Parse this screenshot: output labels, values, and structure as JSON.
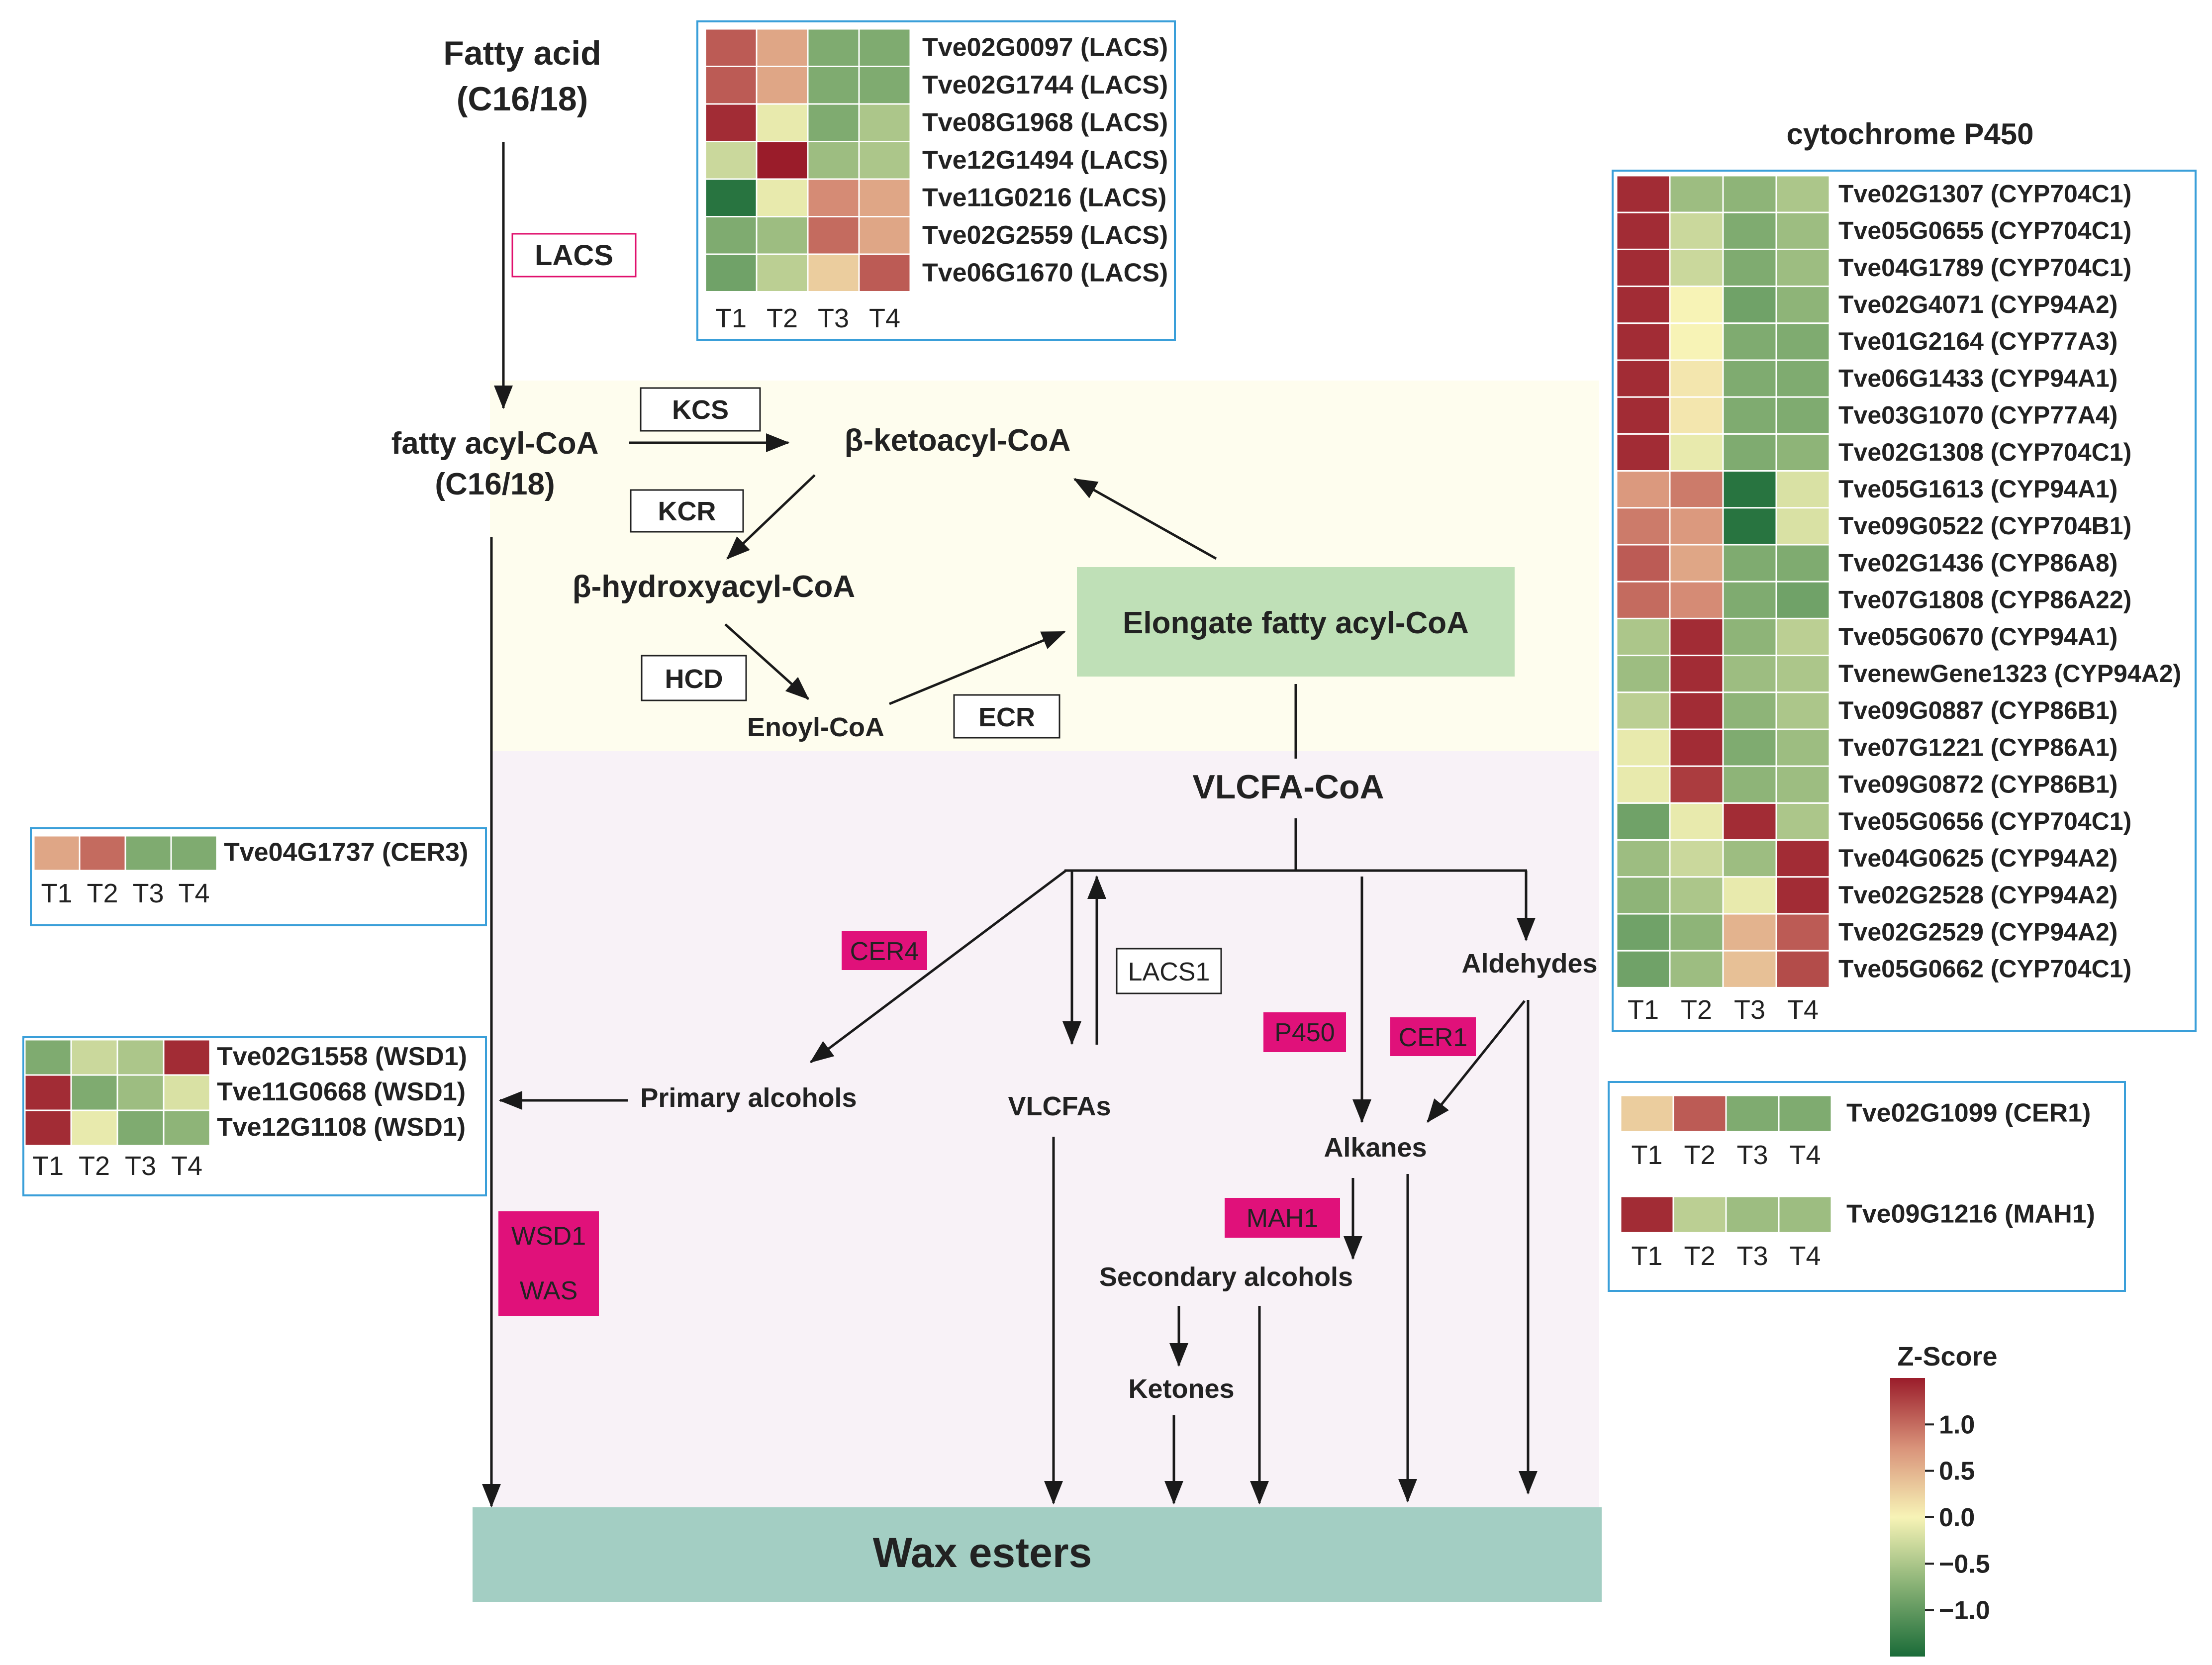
{
  "pathway": {
    "fatty_acid_line1": "Fatty acid",
    "fatty_acid_line2": "(C16/18)",
    "fatty_acyl_line1": "fatty acyl-CoA",
    "fatty_acyl_line2": "(C16/18)",
    "ketoacyl": "β-ketoacyl-CoA",
    "hydroxyacyl": "β-hydroxyacyl-CoA",
    "enoyl": "Enoyl-CoA",
    "elongate": "Elongate fatty acyl-CoA",
    "vlcfa_coa": "VLCFA-CoA",
    "primary_alcohols": "Primary alcohols",
    "vlcfas": "VLCFAs",
    "aldehydes": "Aldehydes",
    "alkanes": "Alkanes",
    "secondary_alcohols": "Secondary alcohols",
    "ketones": "Ketones",
    "wax_esters": "Wax esters"
  },
  "enzymes": {
    "lacs": "LACS",
    "kcs": "KCS",
    "kcr": "KCR",
    "hcd": "HCD",
    "ecr": "ECR",
    "lacs1": "LACS1",
    "cer4": "CER4",
    "p450": "P450",
    "cer1": "CER1",
    "mah1": "MAH1",
    "wsd1": "WSD1",
    "was": "WAS"
  },
  "columns": [
    "T1",
    "T2",
    "T3",
    "T4"
  ],
  "heatmaps": {
    "lacs": {
      "rows": [
        {
          "gene": "Tve02G0097 (LACS)",
          "z": [
            1.1,
            0.6,
            -0.8,
            -0.8
          ]
        },
        {
          "gene": "Tve02G1744 (LACS)",
          "z": [
            1.1,
            0.6,
            -0.8,
            -0.8
          ]
        },
        {
          "gene": "Tve08G1968 (LACS)",
          "z": [
            1.4,
            -0.1,
            -0.8,
            -0.5
          ]
        },
        {
          "gene": "Tve12G1494 (LACS)",
          "z": [
            -0.3,
            1.5,
            -0.6,
            -0.5
          ]
        },
        {
          "gene": "Tve11G0216 (LACS)",
          "z": [
            -1.4,
            -0.1,
            0.8,
            0.6
          ]
        },
        {
          "gene": "Tve02G2559 (LACS)",
          "z": [
            -0.8,
            -0.6,
            1.0,
            0.6
          ]
        },
        {
          "gene": "Tve06G1670 (LACS)",
          "z": [
            -0.9,
            -0.4,
            0.3,
            1.1
          ]
        }
      ]
    },
    "cer3": {
      "rows": [
        {
          "gene": "Tve04G1737 (CER3)",
          "z": [
            0.6,
            1.0,
            -0.8,
            -0.8
          ]
        }
      ]
    },
    "wsd1": {
      "rows": [
        {
          "gene": "Tve02G1558 (WSD1)",
          "z": [
            -0.8,
            -0.3,
            -0.5,
            1.4
          ]
        },
        {
          "gene": "Tve11G0668 (WSD1)",
          "z": [
            1.4,
            -0.8,
            -0.6,
            -0.2
          ]
        },
        {
          "gene": "Tve12G1108 (WSD1)",
          "z": [
            1.4,
            -0.1,
            -0.8,
            -0.7
          ]
        }
      ]
    },
    "p450": {
      "title": "cytochrome P450",
      "rows": [
        {
          "gene": "Tve02G1307 (CYP704C1)",
          "z": [
            1.4,
            -0.6,
            -0.7,
            -0.5
          ]
        },
        {
          "gene": "Tve05G0655 (CYP704C1)",
          "z": [
            1.4,
            -0.3,
            -0.8,
            -0.6
          ]
        },
        {
          "gene": "Tve04G1789 (CYP704C1)",
          "z": [
            1.4,
            -0.3,
            -0.8,
            -0.6
          ]
        },
        {
          "gene": "Tve02G4071 (CYP94A2)",
          "z": [
            1.4,
            0.0,
            -0.9,
            -0.7
          ]
        },
        {
          "gene": "Tve01G2164 (CYP77A3)",
          "z": [
            1.4,
            0.0,
            -0.8,
            -0.8
          ]
        },
        {
          "gene": "Tve06G1433 (CYP94A1)",
          "z": [
            1.4,
            0.1,
            -0.8,
            -0.8
          ]
        },
        {
          "gene": "Tve03G1070 (CYP77A4)",
          "z": [
            1.4,
            0.1,
            -0.8,
            -0.8
          ]
        },
        {
          "gene": "Tve02G1308 (CYP704C1)",
          "z": [
            1.4,
            -0.1,
            -0.8,
            -0.7
          ]
        },
        {
          "gene": "Tve05G1613 (CYP94A1)",
          "z": [
            0.7,
            0.9,
            -1.4,
            -0.2
          ]
        },
        {
          "gene": "Tve09G0522 (CYP704B1)",
          "z": [
            0.9,
            0.7,
            -1.4,
            -0.2
          ]
        },
        {
          "gene": "Tve02G1436 (CYP86A8)",
          "z": [
            1.1,
            0.6,
            -0.8,
            -0.8
          ]
        },
        {
          "gene": "Tve07G1808 (CYP86A22)",
          "z": [
            1.0,
            0.8,
            -0.8,
            -0.9
          ]
        },
        {
          "gene": "Tve05G0670 (CYP94A1)",
          "z": [
            -0.5,
            1.4,
            -0.7,
            -0.4
          ]
        },
        {
          "gene": "TvenewGene1323 (CYP94A2)",
          "z": [
            -0.6,
            1.4,
            -0.6,
            -0.5
          ]
        },
        {
          "gene": "Tve09G0887 (CYP86B1)",
          "z": [
            -0.4,
            1.4,
            -0.7,
            -0.5
          ]
        },
        {
          "gene": "Tve07G1221 (CYP86A1)",
          "z": [
            -0.1,
            1.4,
            -0.8,
            -0.6
          ]
        },
        {
          "gene": "Tve09G0872 (CYP86B1)",
          "z": [
            -0.1,
            1.3,
            -0.7,
            -0.6
          ]
        },
        {
          "gene": "Tve05G0656 (CYP704C1)",
          "z": [
            -0.9,
            -0.1,
            1.4,
            -0.5
          ]
        },
        {
          "gene": "Tve04G0625 (CYP94A2)",
          "z": [
            -0.6,
            -0.3,
            -0.6,
            1.4
          ]
        },
        {
          "gene": "Tve02G2528 (CYP94A2)",
          "z": [
            -0.7,
            -0.5,
            -0.1,
            1.4
          ]
        },
        {
          "gene": "Tve02G2529 (CYP94A2)",
          "z": [
            -0.9,
            -0.7,
            0.5,
            1.1
          ]
        },
        {
          "gene": "Tve05G0662 (CYP704C1)",
          "z": [
            -0.9,
            -0.6,
            0.4,
            1.2
          ]
        }
      ]
    },
    "cer1": {
      "rows": [
        {
          "gene": "Tve02G1099 (CER1)",
          "z": [
            0.3,
            1.1,
            -0.8,
            -0.8
          ]
        }
      ]
    },
    "mah1": {
      "rows": [
        {
          "gene": "Tve09G1216 (MAH1)",
          "z": [
            1.4,
            -0.4,
            -0.6,
            -0.6
          ]
        }
      ]
    }
  },
  "legend": {
    "title": "Z-Score",
    "range": [
      -1.5,
      1.5
    ],
    "ticks": [
      {
        "value": 1.0,
        "label": "1.0"
      },
      {
        "value": 0.5,
        "label": "0.5"
      },
      {
        "value": 0.0,
        "label": "0.0"
      },
      {
        "value": -0.5,
        "label": "−0.5"
      },
      {
        "value": -1.0,
        "label": "−1.0"
      }
    ]
  },
  "colors": {
    "elongation_bg": "#fefdee",
    "branch_bg": "#f8f2f7",
    "elongate_box": "#bfe0b7",
    "wax_box": "#a3cec3",
    "enzyme_highlight": "#e0117a",
    "frame_blue": "#3a9fd9",
    "lacs_border": "#e0116e",
    "arrow": "#1a1a1a",
    "scale_high": "#9a1c2a",
    "scale_mid": "#f7f3b6",
    "scale_low": "#1a6b38"
  }
}
